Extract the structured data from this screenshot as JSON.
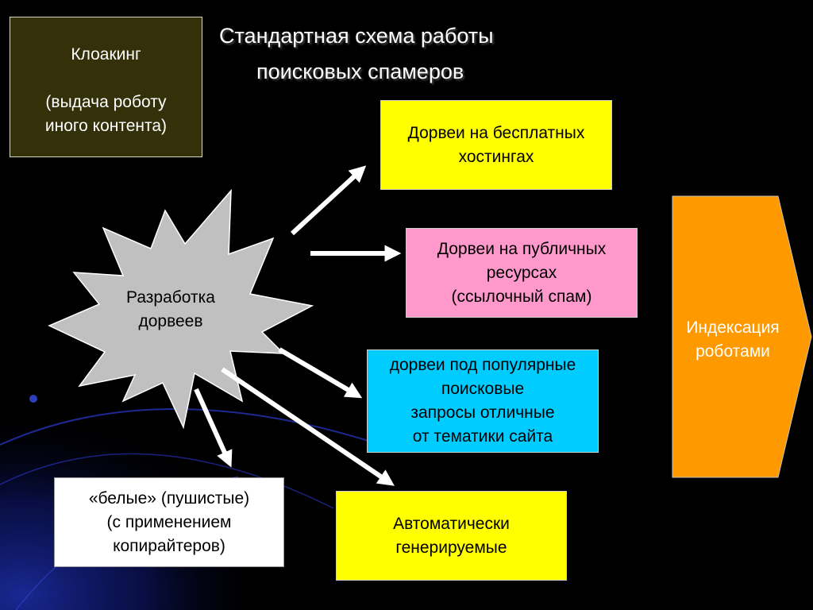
{
  "title": {
    "line1": "Стандартная схема работы",
    "line2": "поисковых спамеров"
  },
  "cloaking": {
    "line1": "Клоакинг",
    "line2": "(выдача роботу",
    "line3": "иного контента)"
  },
  "center": {
    "line1": "Разработка",
    "line2": "дорвеев"
  },
  "free_hosting": {
    "line1": "Дорвеи на бесплатных",
    "line2": "хостингах"
  },
  "public_resources": {
    "line1": "Дорвеи на публичных",
    "line2": "ресурсах",
    "line3": "(ссылочный спам)"
  },
  "popular_queries": {
    "line1": "дорвеи под популярные",
    "line2": "поисковые",
    "line3": "запросы отличные",
    "line4": "от тематики сайта"
  },
  "white": {
    "line1": "«белые» (пушистые)",
    "line2": "(с применением",
    "line3": "копирайтеров)"
  },
  "auto": {
    "line1": "Автоматически",
    "line2": "генерируемые"
  },
  "indexing": {
    "line1": "Индексация",
    "line2": "роботами"
  },
  "colors": {
    "background": "#000000",
    "cloaking_box": "#33300a",
    "yellow_box": "#ffff00",
    "pink_box": "#ff99cc",
    "cyan_box": "#00ccff",
    "white_box": "#ffffff",
    "orange_arrow": "#ff9900",
    "star": "#c0c0c0"
  }
}
